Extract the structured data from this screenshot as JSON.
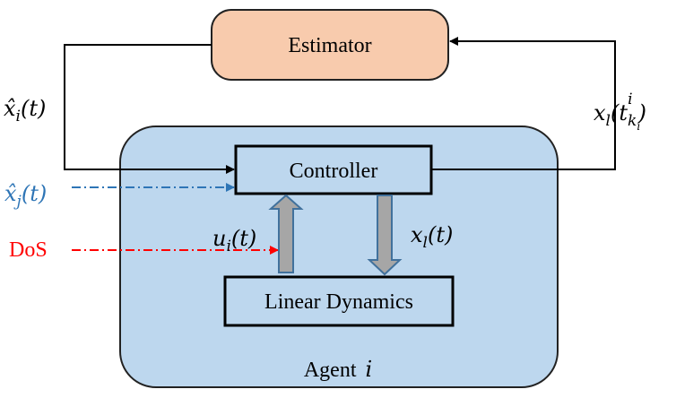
{
  "diagram": {
    "estimator": {
      "label": "Estimator",
      "fill": "#f8cbad",
      "stroke": "#222222"
    },
    "agent": {
      "label": "Agent",
      "index": "i",
      "fill": "#bdd7ee",
      "stroke": "#222222"
    },
    "controller": {
      "label": "Controller"
    },
    "linear_dynamics": {
      "label": "Linear Dynamics"
    },
    "signals": {
      "xhat_i": {
        "base": "x̂",
        "sub": "i",
        "arg": "(t)"
      },
      "x_l_sampled": {
        "base": "x",
        "sub": "l",
        "open": "(t",
        "sub2": "k",
        "sub3": "i",
        "sup": "i",
        "close": ")"
      },
      "xhat_j": {
        "base": "x̂",
        "sub": "j",
        "arg": "(t)",
        "color": "#2e75b6"
      },
      "dos": {
        "label": "DoS",
        "color": "#ff0000"
      },
      "u_i": {
        "base": "u",
        "sub": "i",
        "arg": "(t)"
      },
      "x_l": {
        "base": "x",
        "sub": "l",
        "arg": "(t)"
      }
    },
    "colors": {
      "line": "#000000",
      "block_arrow_fill": "#a6a6a6",
      "block_arrow_stroke": "#41719c"
    }
  }
}
